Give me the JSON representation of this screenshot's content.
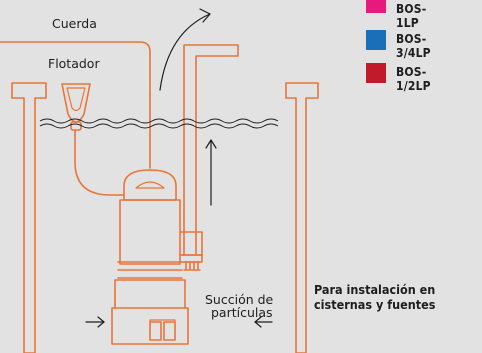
{
  "labels": {
    "cuerda": "Cuerda",
    "flotador": "Flotador",
    "succion_line1": "Succión de",
    "succion_line2": "partículas"
  },
  "legend": [
    {
      "color": "#e8197d",
      "label": "BOS-1LP"
    },
    {
      "color": "#1a6fb8",
      "label": "BOS-3/4LP"
    },
    {
      "color": "#c11b2b",
      "label": "BOS-1/2LP"
    }
  ],
  "note": {
    "line1": "Para instalación en",
    "line2": "cisternas y fuentes"
  },
  "colors": {
    "background": "#e2e2e2",
    "line_orange": "#e8753a",
    "arrow_dark": "#1e1e1e"
  },
  "icons": [
    "float-switch-icon",
    "submersible-pump-icon",
    "water-wave-icon",
    "flow-arrow-icon"
  ]
}
